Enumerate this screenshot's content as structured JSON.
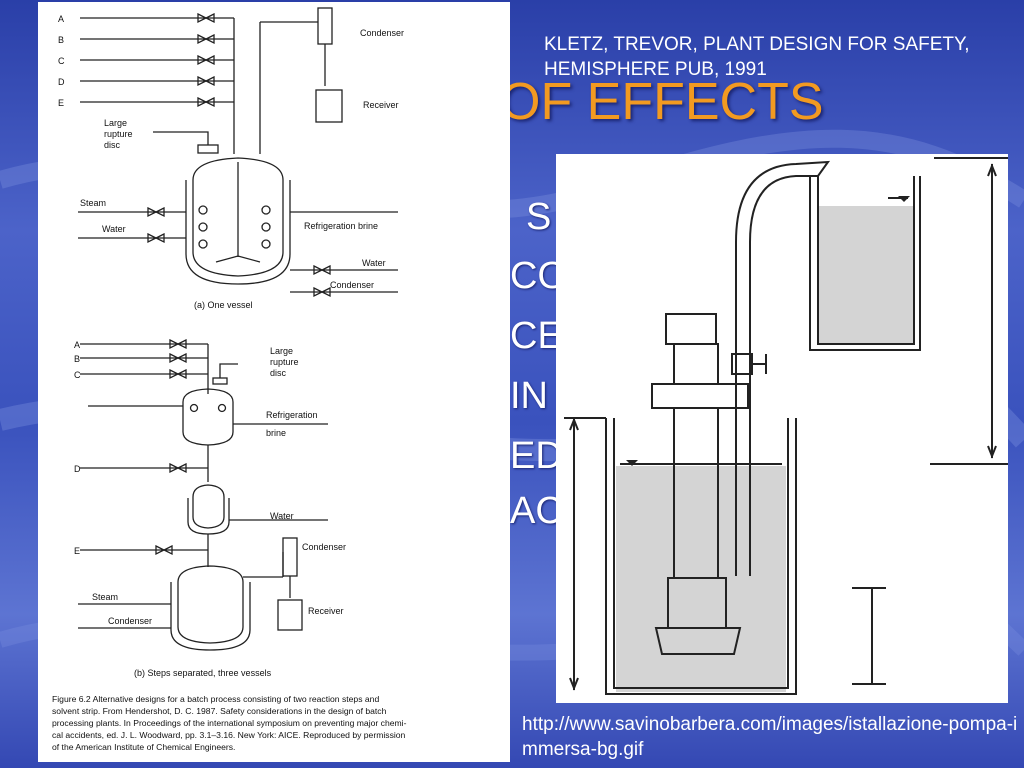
{
  "slide": {
    "title": "OF EFFECTS",
    "bullets": [
      "S",
      "CO",
      "CE",
      "IN",
      "ED",
      "AC"
    ],
    "citation": "KLETZ, TREVOR, PLANT DESIGN FOR SAFETY, HEMISPHERE PUB, 1991",
    "url": "http://www.savinobarbera.com/images/istallazione-pompa-immersa-bg.gif"
  },
  "colors": {
    "title": "#f29a21",
    "background": "#3a52bd",
    "text": "#ffffff"
  },
  "figure_left": {
    "feeds_a": [
      "A",
      "B",
      "C",
      "D",
      "E"
    ],
    "condenser": "Condenser",
    "receiver": "Receiver",
    "rupture_disc": [
      "Large",
      "rupture",
      "disc"
    ],
    "steam": "Steam",
    "water": "Water",
    "refrigeration_brine": "Refrigeration brine",
    "caption_a": "(a) One vessel",
    "feeds_b": [
      "A",
      "B",
      "C"
    ],
    "feed_d": "D",
    "feed_e": "E",
    "refrigeration": "Refrigeration",
    "brine": "brine",
    "caption_b": "(b) Steps separated, three vessels",
    "figure_caption": [
      "Figure 6.2   Alternative designs for a batch process consisting of two reaction steps and",
      "solvent strip. From Hendershot, D. C. 1987. Safety considerations in the design of batch",
      "processing plants. In Proceedings of the international symposium on preventing major chemi-",
      "cal accidents, ed. J. L. Woodward, pp. 3.1–3.16. New York: AICE. Reproduced by permission",
      "of the American Institute of Chemical Engineers."
    ]
  }
}
